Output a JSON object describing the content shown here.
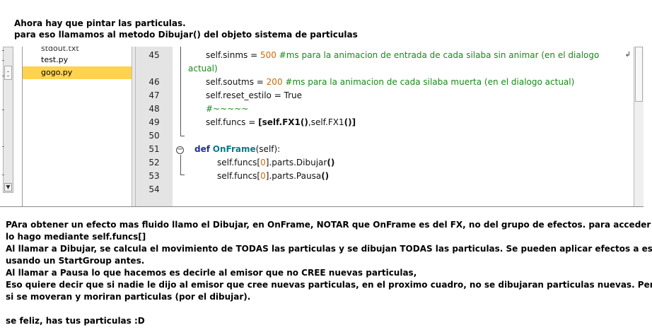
{
  "intro": {
    "line1": "Ahora hay que pintar las particulas.",
    "line2": "para eso llamamos al metodo Dibujar() del objeto sistema de particulas"
  },
  "files": {
    "items": [
      {
        "label": "stdout.txt",
        "selected": false
      },
      {
        "label": "test.py",
        "selected": false
      },
      {
        "label": "gogo.py",
        "selected": true
      }
    ]
  },
  "editor": {
    "line_numbers": [
      "45",
      "46",
      "47",
      "48",
      "49",
      "50",
      "51",
      "52",
      "53",
      "54"
    ],
    "lines": {
      "l45_a": "self.sinms = ",
      "l45_num": "500",
      "l45_cm": " #ms para la animacion de entrada de cada silaba sin animar (en el dialogo",
      "l45_wrap": "actual)",
      "l46_a": "self.soutms = ",
      "l46_num": "200",
      "l46_cm": " #ms para la animacion de cada silaba muerta (en el dialogo actual)",
      "l47": "self.reset_estilo = True",
      "l48": "#~~~~~",
      "l49_a": "self.funcs = ",
      "l49_b": "[self.FX1",
      "l49_c": "()",
      "l49_d": ",self.FX1",
      "l49_e": "()]",
      "l51_kw": "def",
      "l51_fn": "OnFrame",
      "l51_rest": "(self):",
      "l52_a": "self.funcs[",
      "l52_num": "0",
      "l52_b": "].parts.Dibujar",
      "l52_c": "()",
      "l53_a": "self.funcs[",
      "l53_num": "0",
      "l53_b": "].parts.Pausa",
      "l53_c": "()"
    }
  },
  "outro": {
    "p1a": "PAra obtener un efecto mas fluido llamo el Dibujar, en OnFrame, NOTAR que OnFrame es del FX, no del grupo de efectos. para acceder",
    "p1b": "lo hago mediante self.funcs[]",
    "p2a": "Al llamar a Dibujar, se calcula el movimiento de TODAS las particulas y se dibujan TODAS las particulas. Se pueden aplicar efectos a esto",
    "p2b": "usando un StartGroup antes.",
    "p3": "Al llamar a Pausa lo que hacemos es decirle al emisor que no CREE nuevas particulas,",
    "p4a": "Eso quiere decir que si nadie le dijo al emisor que cree nuevas particulas, en el proximo cuadro, no se dibujaran particulas nuevas. Pero",
    "p4b": "si se moveran y moriran particulas (por el dibujar).",
    "p5": "se feliz, has tus particulas :D"
  },
  "colors": {
    "selected_file_bg": "#ffd24f",
    "gutter_bg": "#e4e4e4",
    "keyword": "#1f2ea0",
    "function_name": "#0a7a86",
    "number": "#d26a00",
    "comment": "#178a17"
  }
}
